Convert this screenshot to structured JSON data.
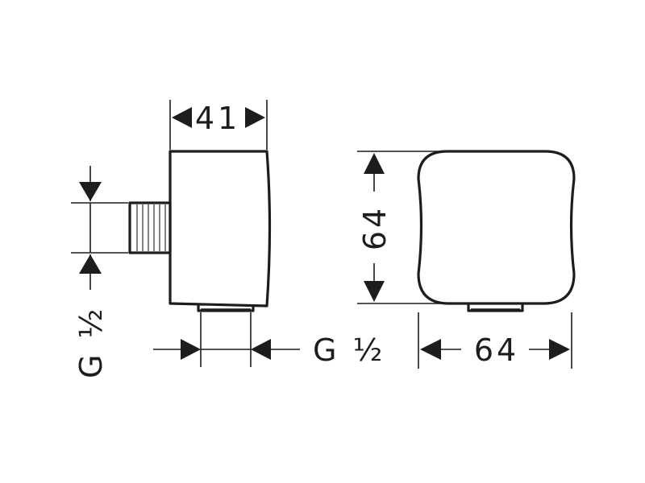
{
  "diagram": {
    "side_view": {
      "width_label": "41",
      "inlet_thread_label": "G ½",
      "outlet_thread_label": "G ½"
    },
    "front_view": {
      "height_label": "64",
      "width_label": "64"
    },
    "colors": {
      "line": "#1d1d1b",
      "background": "#ffffff"
    }
  }
}
